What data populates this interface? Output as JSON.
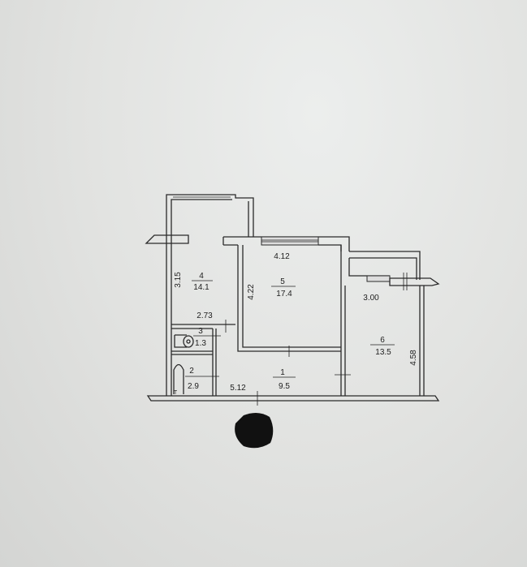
{
  "rooms": [
    {
      "number": "1",
      "area": "9.5"
    },
    {
      "number": "2",
      "area": "2.9"
    },
    {
      "number": "3",
      "area": "1.3"
    },
    {
      "number": "4",
      "area": "14.1"
    },
    {
      "number": "5",
      "area": "17.4"
    },
    {
      "number": "6",
      "area": "13.5"
    }
  ],
  "dimensions": {
    "d315": "3.15",
    "d273": "2.73",
    "d422": "4.22",
    "d412": "4.12",
    "d300": "3.00",
    "d458": "4.58",
    "d512": "5.12"
  },
  "bath_mark": "T"
}
